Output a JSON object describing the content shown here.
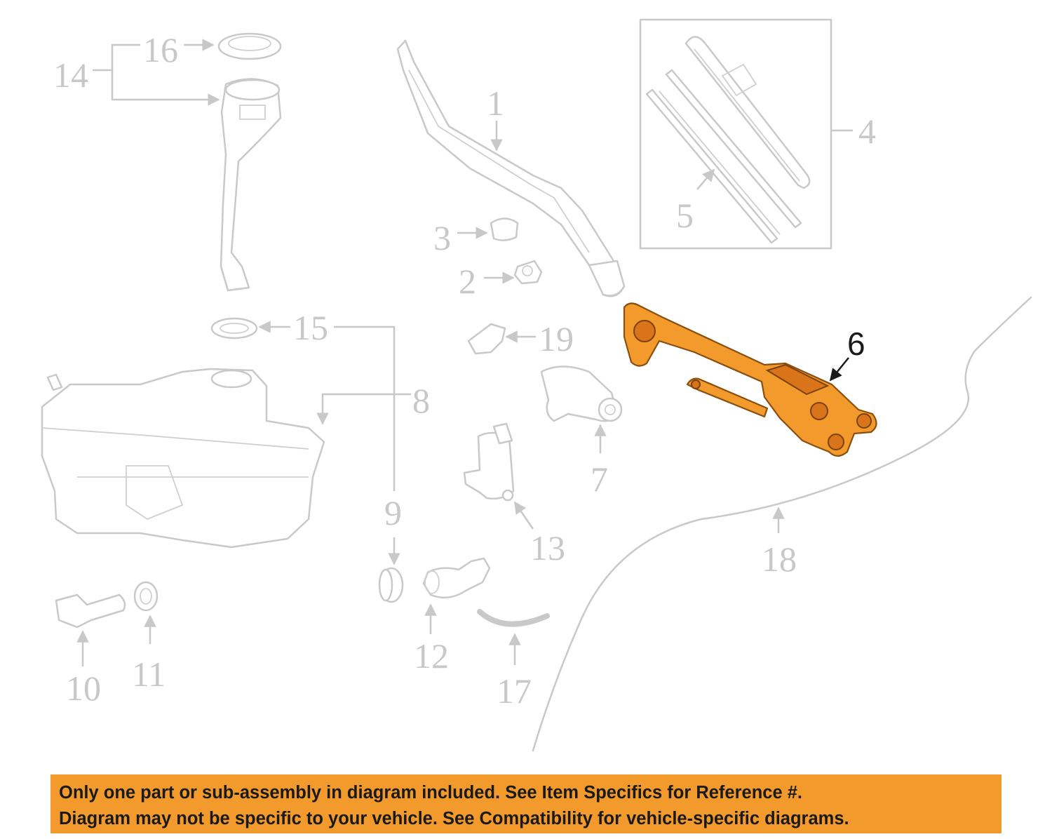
{
  "diagram": {
    "callouts": [
      {
        "id": "1",
        "text": "1"
      },
      {
        "id": "2",
        "text": "2"
      },
      {
        "id": "3",
        "text": "3"
      },
      {
        "id": "4",
        "text": "4"
      },
      {
        "id": "5",
        "text": "5"
      },
      {
        "id": "6",
        "text": "6",
        "highlighted": true
      },
      {
        "id": "7",
        "text": "7"
      },
      {
        "id": "8",
        "text": "8"
      },
      {
        "id": "9",
        "text": "9"
      },
      {
        "id": "10",
        "text": "10"
      },
      {
        "id": "11",
        "text": "11"
      },
      {
        "id": "12",
        "text": "12"
      },
      {
        "id": "13",
        "text": "13"
      },
      {
        "id": "14",
        "text": "14"
      },
      {
        "id": "15",
        "text": "15"
      },
      {
        "id": "16",
        "text": "16"
      },
      {
        "id": "17",
        "text": "17"
      },
      {
        "id": "18",
        "text": "18"
      },
      {
        "id": "19",
        "text": "19"
      }
    ],
    "colors": {
      "highlight": "#f39a2c",
      "line_gray": "#c8c8c8",
      "active_label": "#1a1a1a"
    }
  },
  "banner": {
    "line1": "Only one part or sub-assembly in diagram included. See Item Specifics for Reference #.",
    "line2": "Diagram may not be specific to your vehicle. See Compatibility for vehicle-specific diagrams.",
    "background": "#f39a2c"
  }
}
